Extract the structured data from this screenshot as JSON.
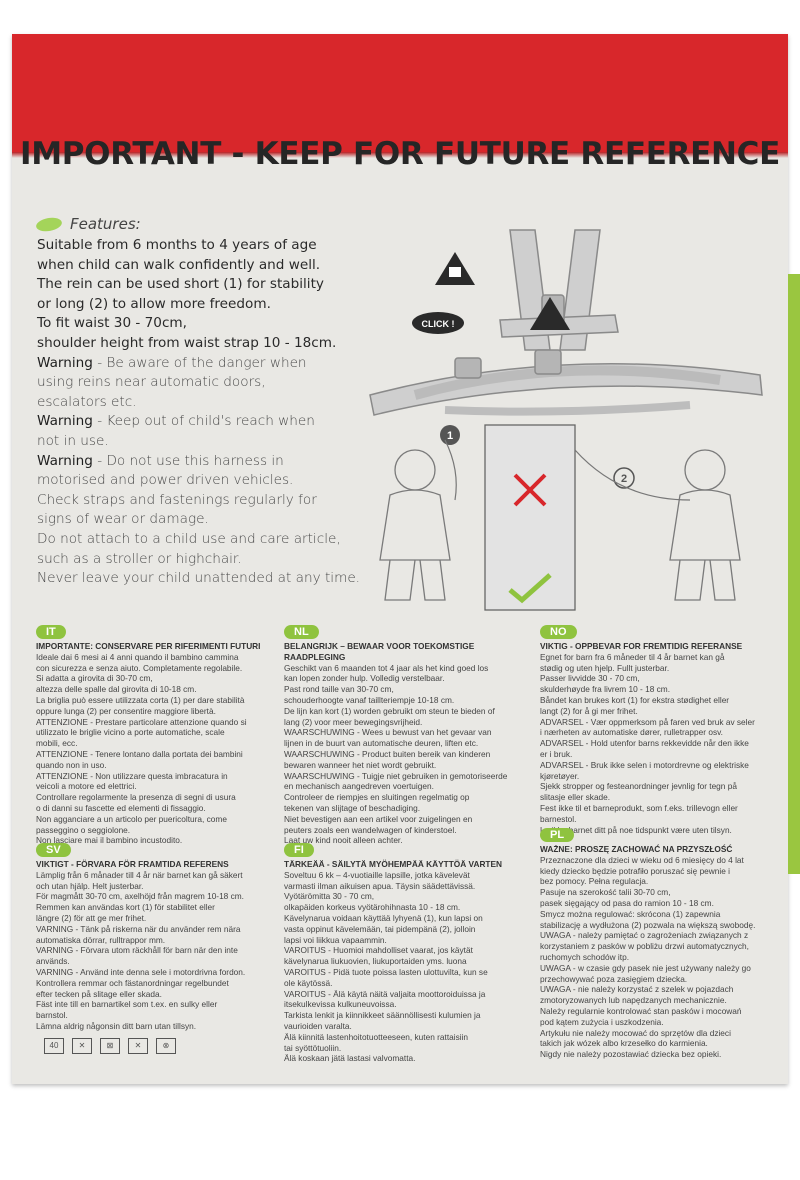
{
  "title": "IMPORTANT - KEEP FOR FUTURE REFERENCE",
  "features_heading": "Features:",
  "features": [
    "Suitable from 6 months to 4 years of age",
    "when child can walk confidently and well.",
    "The rein can be used short (1) for stability",
    "or long (2) to allow more freedom.",
    "To fit waist 30 - 70cm,",
    "shoulder height from waist strap 10 - 18cm."
  ],
  "warnings": [
    {
      "label": "Warning",
      "text": " - Be aware of the danger when"
    },
    {
      "label": "",
      "text": "using reins near automatic doors,"
    },
    {
      "label": "",
      "text": "escalators etc."
    },
    {
      "label": "Warning",
      "text": " - Keep out of child's reach when"
    },
    {
      "label": "",
      "text": "not in use."
    },
    {
      "label": "Warning",
      "text": " - Do not use this harness in"
    },
    {
      "label": "",
      "text": "motorised and power driven vehicles."
    },
    {
      "label": "",
      "text": "Check straps and fastenings regularly for"
    },
    {
      "label": "",
      "text": "signs of wear or damage."
    },
    {
      "label": "",
      "text": "Do not attach to a child use and care article,"
    },
    {
      "label": "",
      "text": "such as a stroller or highchair."
    },
    {
      "label": "",
      "text": "Never leave your child unattended at any time."
    }
  ],
  "diagram": {
    "click_label": "CLICK !",
    "num1": "1",
    "num2": "2"
  },
  "languages": [
    {
      "tag": "IT",
      "title": "IMPORTANTE: CONSERVARE PER RIFERIMENTI FUTURI",
      "lines": [
        "Ideale dai 6 mesi ai 4 anni quando il bambino cammina",
        "con sicurezza e senza aiuto. Completamente regolabile.",
        "Si adatta a girovita di 30-70 cm,",
        "altezza delle spalle dal girovita di 10-18 cm.",
        "La briglia può essere utilizzata corta (1) per dare stabilità",
        "oppure lunga (2) per consentire maggiore libertà.",
        "ATTENZIONE - Prestare particolare attenzione quando si",
        "utilizzato le briglie vicino a porte automatiche, scale",
        "mobili, ecc.",
        "ATTENZIONE - Tenere lontano dalla portata dei bambini",
        "quando non in uso.",
        "ATTENZIONE - Non utilizzare questa imbracatura in",
        "veicoli a motore ed elettrici.",
        "Controllare regolarmente la presenza di segni di usura",
        "o di danni su fascette ed elementi di fissaggio.",
        "Non agganciare a un articolo per puericoltura, come",
        "passeggino o seggiolone.",
        "Non lasciare mai il bambino incustodito."
      ]
    },
    {
      "tag": "NL",
      "title": "BELANGRIJK – BEWAAR VOOR TOEKOMSTIGE RAADPLEGING",
      "lines": [
        "Geschikt van 6 maanden tot 4 jaar als het kind goed los",
        "kan lopen zonder hulp. Volledig verstelbaar.",
        "Past rond taille van 30-70 cm,",
        "schouderhoogte vanaf taillteriempje 10-18 cm.",
        "De lijn kan kort (1) worden gebruikt om steun te bieden of",
        "lang (2) voor meer bewegingsvrijheid.",
        "WAARSCHUWING - Wees u bewust van het gevaar van",
        "lijnen in de buurt van automatische deuren, liften etc.",
        "WAARSCHUWING - Product buiten bereik van kinderen",
        "bewaren wanneer het niet wordt gebruikt.",
        "WAARSCHUWING - Tuigje niet gebruiken in gemotoriseerde",
        "en mechanisch aangedreven voertuigen.",
        "Controleer de riempjes en sluitingen regelmatig op",
        "tekenen van slijtage of beschadiging.",
        "Niet bevestigen aan een artikel voor zuigelingen en",
        "peuters zoals een wandelwagen of kinderstoel.",
        "Laat uw kind nooit alleen achter."
      ]
    },
    {
      "tag": "NO",
      "title": "VIKTIG - OPPBEVAR FOR FREMTIDIG REFERANSE",
      "lines": [
        "Egnet for barn fra 6 måneder til 4 år barnet kan gå",
        "stødig og uten hjelp. Fullt justerbar.",
        "Passer livvidde 30 - 70 cm,",
        "skulderhøyde fra livrem 10 - 18 cm.",
        "Båndet kan brukes kort (1) for ekstra stødighet eller",
        "langt (2) for å gi mer frihet.",
        "ADVARSEL - Vær oppmerksom på faren ved bruk av seler",
        "i nærheten av automatiske dører, rulletrapper osv.",
        "ADVARSEL - Hold utenfor barns rekkevidde når den ikke",
        "er i bruk.",
        "ADVARSEL - Bruk ikke selen i motordrevne og elektriske",
        "kjøretøyer.",
        "Sjekk stropper og festeanordninger jevnlig for tegn på",
        "slitasje eller skade.",
        "Fest ikke til et barneprodukt, som f.eks. trillevogn eller",
        "barnestol.",
        "La ikke barnet ditt på noe tidspunkt være uten tilsyn."
      ]
    },
    {
      "tag": "SV",
      "title": "VIKTIGT - FÖRVARA FÖR FRAMTIDA REFERENS",
      "lines": [
        "Lämplig från 6 månader till 4 år när barnet kan gå säkert",
        "och utan hjälp. Helt justerbar.",
        "För magmått 30-70 cm, axelhöjd från magrem 10-18 cm.",
        "Remmen kan användas kort (1) för stabilitet eller",
        "längre (2) för att ge mer frihet.",
        "VARNING - Tänk på riskerna när du använder rem nära",
        "automatiska dörrar, rulltrappor mm.",
        "VARNING - Förvara utom räckhåll för barn när den inte",
        "används.",
        "VARNING - Använd inte denna sele i motordrivna fordon.",
        "Kontrollera remmar och fästanordningar regelbundet",
        "efter tecken på slitage eller skada.",
        "Fäst inte till en barnartikel som t.ex. en sulky eller",
        "barnstol.",
        "Lämna aldrig någonsin ditt barn utan tillsyn."
      ]
    },
    {
      "tag": "FI",
      "title": "TÄRKEÄÄ - SÄILYTÄ MYÖHEMPÄÄ KÄYTTÖÄ VARTEN",
      "lines": [
        "Soveltuu 6 kk – 4-vuotiaille lapsille, jotka kävelevät",
        "varmasti ilman aikuisen apua. Täysin säädettävissä.",
        "Vyötärömitta 30 - 70 cm,",
        "olkapäiden korkeus vyötärohihnasta 10 - 18 cm.",
        "Kävelynarua voidaan käyttää lyhyenä (1), kun lapsi on",
        "vasta oppinut kävelemään, tai pidempänä (2), jolloin",
        "lapsi voi liikkua vapaammin.",
        "VAROITUS - Huomioi mahdolliset vaarat, jos käytät",
        "kävelynarua liukuovien, liukuportaiden yms. luona",
        "VAROITUS - Pidä tuote poissa lasten ulottuvilta, kun se",
        "ole käytössä.",
        "VAROITUS - Älä käytä näitä valjaita moottoroiduissa ja",
        "itsekulkevissa kulkuneuvoissa.",
        "Tarkista lenkit ja kiinnikkeet säännöllisesti kulumien ja",
        "vaurioiden varalta.",
        "Älä kiinnitä lastenhoitotuotteeseen, kuten rattaisiin",
        "tai syöttötuoliin.",
        "Älä koskaan jätä lastasi valvomatta."
      ]
    },
    {
      "tag": "PL",
      "title": "WAŻNE: PROSZĘ ZACHOWAĆ NA PRZYSZŁOŚĆ",
      "lines": [
        "Przeznaczone dla dzieci w wieku od 6 miesięcy do 4 lat",
        "kiedy dziecko będzie potrafiło poruszać się pewnie i",
        "bez pomocy. Pełna regulacja.",
        "Pasuje na szerokość talii 30-70 cm,",
        "pasek sięgający od pasa do ramion 10 - 18 cm.",
        "Smycz można regulować: skrócona (1) zapewnia",
        "stabilizację a wydłużona (2) pozwala na większą swobodę.",
        "UWAGA - należy pamiętać o zagrożeniach związanych z",
        "korzystaniem z pasków w pobliżu drzwi automatycznych,",
        "ruchomych schodów itp.",
        "UWAGA - w czasie gdy pasek nie jest używany należy go",
        "przechowywać poza zasięgiem dziecka.",
        "UWAGA - nie należy korzystać z szelek w pojazdach",
        "zmotoryzowanych lub napędzanych mechanicznie.",
        "Należy regularnie kontrolować stan pasków i mocowań",
        "pod kątem zużycia i uszkodzenia.",
        "Artykułu nie należy mocować do sprzętów dla dzieci",
        "takich jak wózek albo krzesełko do karmienia.",
        "Nigdy nie należy pozostawiać dziecka bez opieki."
      ]
    }
  ],
  "care_icons": [
    "wash-40-icon",
    "no-bleach-icon",
    "no-tumble-dry-icon",
    "no-iron-icon",
    "no-dry-clean-icon"
  ],
  "care_icon_labels": [
    "40",
    "✕",
    "⊠",
    "✕",
    "⊗"
  ]
}
